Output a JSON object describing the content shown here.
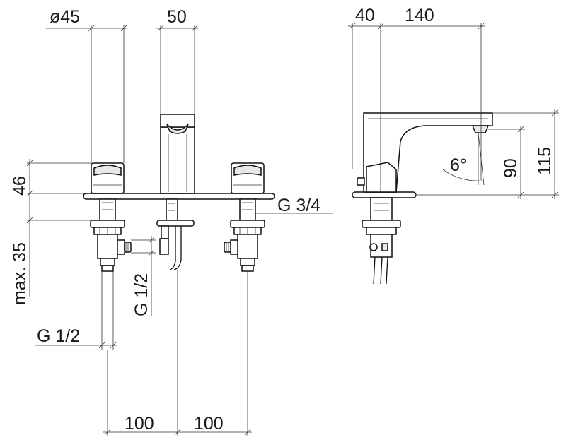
{
  "dimensions": {
    "diameter": "ø45",
    "spout_width": "50",
    "offset_40": "40",
    "projection_140": "140",
    "height_46": "46",
    "max_35": "max. 35",
    "inlet_g12_vertical": "G 1/2",
    "inlet_g12_horizontal": "G 1/2",
    "thread_g34": "G 3/4",
    "spacing_left": "100",
    "spacing_right": "100",
    "angle": "6°",
    "height_90": "90",
    "height_115": "115"
  },
  "colors": {
    "line": "#111111",
    "fill": "#ffffff",
    "shade": "#e8e8e8"
  }
}
